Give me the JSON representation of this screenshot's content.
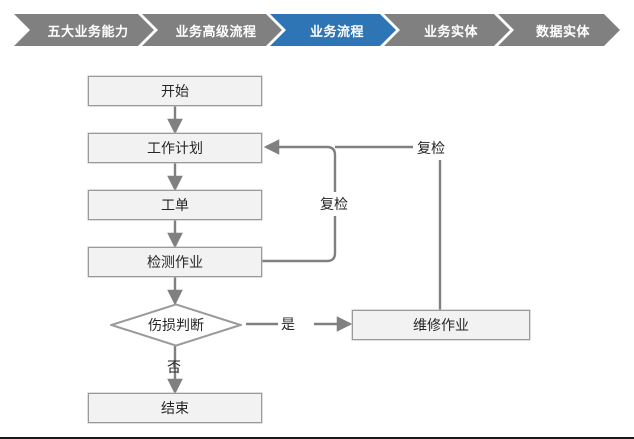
{
  "breadcrumb": {
    "active_color": "#2E75B6",
    "inactive_color": "#808080",
    "items": [
      {
        "label": "五大业务能力",
        "active": false
      },
      {
        "label": "业务高级流程",
        "active": false
      },
      {
        "label": "业务流程",
        "active": true
      },
      {
        "label": "业务实体",
        "active": false
      },
      {
        "label": "数据实体",
        "active": false
      }
    ]
  },
  "flowchart": {
    "node_fill": "#F2F2F2",
    "node_border": "#9a9a9a",
    "connector_color": "#808080",
    "nodes": {
      "start": "开始",
      "work_plan": "工作计划",
      "work_order": "工单",
      "inspection_task": "检测作业",
      "damage_decision": "伤损判断",
      "repair_task": "维修作业",
      "end": "结束"
    },
    "edge_labels": {
      "yes": "是",
      "no": "否",
      "recheck_inspection": "复检",
      "recheck_repair": "复检"
    }
  }
}
